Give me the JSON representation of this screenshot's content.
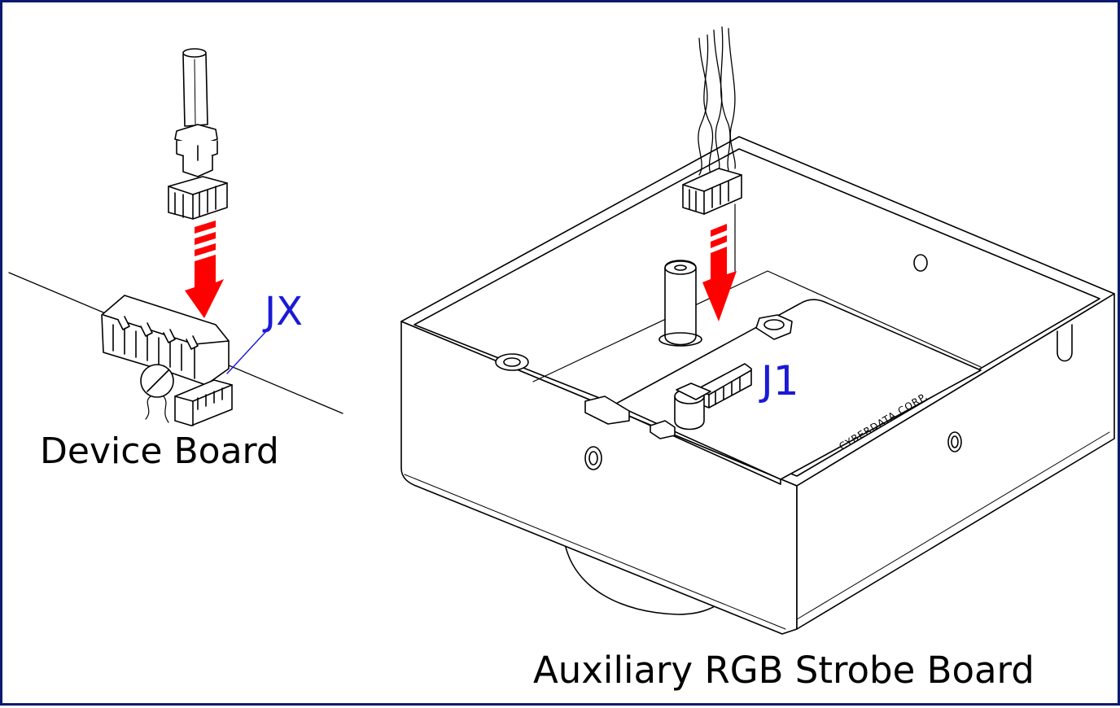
{
  "labels": {
    "device_board": "Device Board",
    "strobe_board": "Auxiliary RGB Strobe Board",
    "connector_jx": "JX",
    "connector_j1": "J1",
    "housing_brand": "CYBERDATA CORP."
  },
  "colors": {
    "frame": "#0a1a6e",
    "arrow": "#ff0000",
    "callout_text": "#1a1ad6",
    "line_art": "#000000"
  }
}
